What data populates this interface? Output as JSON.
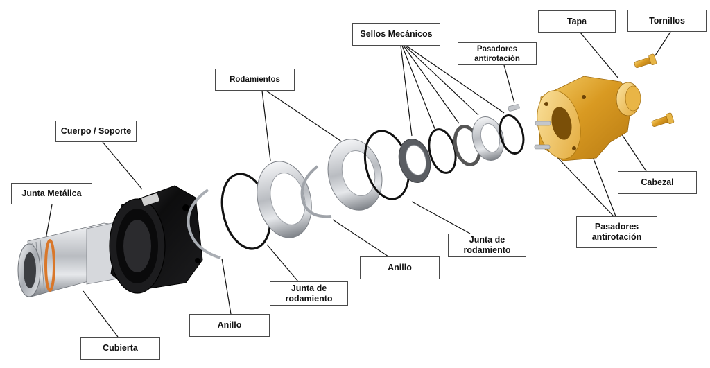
{
  "labels": {
    "junta_metalica": "Junta Metálica",
    "cuerpo_soporte": "Cuerpo / Soporte",
    "cubierta": "Cubierta",
    "anillo_1": "Anillo",
    "junta_rodamiento_1": [
      "Junta de",
      "rodamiento"
    ],
    "rodamientos": "Rodamientos",
    "anillo_2": "Anillo",
    "sellos_mecanicos": "Sellos Mecánicos",
    "junta_rodamiento_2": [
      "Junta de",
      "rodamiento"
    ],
    "pasadores_top": [
      "Pasadores",
      "antirotación"
    ],
    "tapa": "Tapa",
    "tornillos": "Tornillos",
    "cabezal": "Cabezal",
    "pasadores_bottom": [
      "Pasadores",
      "antirotación"
    ]
  },
  "colors": {
    "leader": "#111111",
    "label_border": "#4a4a4a",
    "silver": "#c8cbd0",
    "black_body": "#111111",
    "gold": "#e0a82e",
    "copper_ring": "#d9772a"
  }
}
